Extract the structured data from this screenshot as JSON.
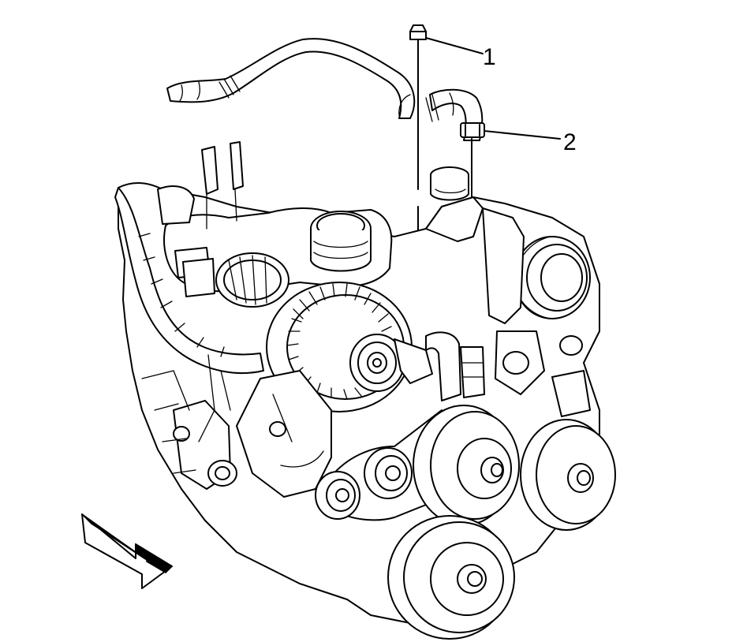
{
  "callouts": [
    {
      "number": "1",
      "part": "bolt"
    },
    {
      "number": "2",
      "part": "hose-clamp"
    }
  ],
  "icons": {
    "direction_arrow": "front-of-vehicle-arrow-icon"
  }
}
